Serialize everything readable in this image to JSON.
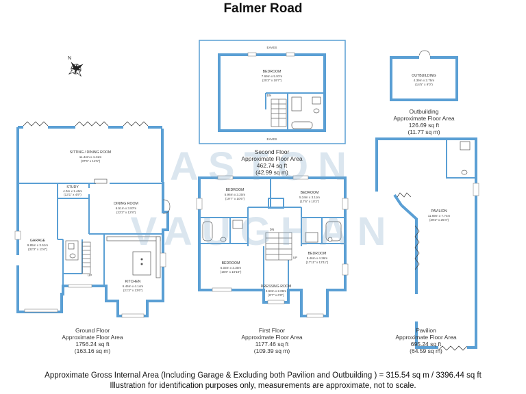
{
  "title": "Falmer Road",
  "compass": "N",
  "watermark": {
    "line1": "ASTON",
    "line2": "VAUGHAN"
  },
  "ground_floor": {
    "rooms": {
      "sitting": {
        "name": "SITTING / DINING ROOM",
        "metric": "11.44m x 4.41m",
        "imperial": "(37'6\" x 14'5\")"
      },
      "study": {
        "name": "STUDY",
        "metric": "4.0m x 1.46m",
        "imperial": "(13'1\" x 4'9\")"
      },
      "dining": {
        "name": "DINING ROOM",
        "metric": "6.51m x 3.87m",
        "imperial": "(22'3\" x 12'8\")"
      },
      "garage": {
        "name": "GARAGE",
        "metric": "9.85m x 3.51m",
        "imperial": "(32'3\" x 11'6\")"
      },
      "kitchen": {
        "name": "KITCHEN",
        "metric": "6.46m x 4.14m",
        "imperial": "(21'2\" x 13'6\")"
      },
      "up": "UP"
    },
    "caption": {
      "name": "Ground Floor",
      "line": "Approximate Floor Area",
      "sqft": "1756.24 sq ft",
      "sqm": "(163.16 sq m)"
    }
  },
  "second_floor": {
    "rooms": {
      "bedroom": {
        "name": "BEDROOM",
        "metric": "7.69m x 5.97m",
        "imperial": "(25'3\" x 19'7\")"
      },
      "eaves_top": "EAVES",
      "eaves_bottom": "EAVES",
      "dn": "DN"
    },
    "caption": {
      "name": "Second Floor",
      "line": "Approximate Floor Area",
      "sqft": "462.74 sq ft",
      "sqm": "(42.99 sq m)"
    }
  },
  "first_floor": {
    "rooms": {
      "bed1": {
        "name": "BEDROOM",
        "metric": "5.96m x 3.20m",
        "imperial": "(19'7\" x 10'6\")"
      },
      "bed2": {
        "name": "BEDROOM",
        "metric": "5.34m x 3.11m",
        "imperial": "(17'6\" x 10'2\")"
      },
      "bed3": {
        "name": "BEDROOM",
        "metric": "5.03m x 3.30m",
        "imperial": "(16'6\" x 10'10\")"
      },
      "bed4": {
        "name": "BEDROOM",
        "metric": "5.46m x 4.26m",
        "imperial": "(17'11\" x 13'11\")"
      },
      "dressing": {
        "name": "DRESSING ROOM",
        "metric": "2.63m x 2.08m",
        "imperial": "(8'7\" x 6'9\")"
      },
      "dn": "DN",
      "up": "UP"
    },
    "caption": {
      "name": "First Floor",
      "line": "Approximate Floor Area",
      "sqft": "1177.46 sq ft",
      "sqm": "(109.39 sq m)"
    }
  },
  "outbuilding": {
    "room": {
      "name": "OUTBUILDING",
      "metric": "4.39m x 2.75m",
      "imperial": "(14'5\" x 9'0\")"
    },
    "caption": {
      "name": "Outbuilding",
      "line": "Approximate Floor Area",
      "sqft": "126.69 sq ft",
      "sqm": "(11.77 sq m)"
    }
  },
  "pavilion": {
    "room": {
      "name": "PAVILION",
      "metric": "11.69m x 7.74m",
      "imperial": "(39'2\" x 25'4\")"
    },
    "caption": {
      "name": "Pavilion",
      "line": "Approximate Floor Area",
      "sqft": "695.24 sq ft",
      "sqm": "(64.59 sq m)"
    }
  },
  "footer": {
    "line1": "Approximate Gross Internal Area (Including Garage & Excluding both Pavilion and Outbuilding ) = 315.54 sq m / 3396.44 sq ft",
    "line2": "Illustration for identification purposes only, measurements are approximate, not to scale."
  },
  "colors": {
    "wall": "#5a9fd4",
    "interior": "#ffffff",
    "line": "#555555"
  }
}
